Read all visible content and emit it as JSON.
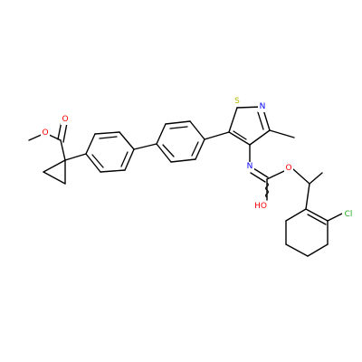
{
  "molecule": {
    "colors": {
      "carbon_bond": "#000000",
      "oxygen": "#ff0000",
      "nitrogen": "#0000ff",
      "sulfur": "#b8b800",
      "chlorine": "#1fa81f"
    },
    "atom_labels": {
      "ester_carbonyl_oxygen": "O",
      "ester_ether_oxygen": "O",
      "isothiazole_sulfur": "S",
      "isothiazole_nitrogen": "N",
      "imine_nitrogen": "N",
      "carbamate_oxygen": "O",
      "hydroxyl": "HO",
      "chlorine": "Cl"
    }
  }
}
